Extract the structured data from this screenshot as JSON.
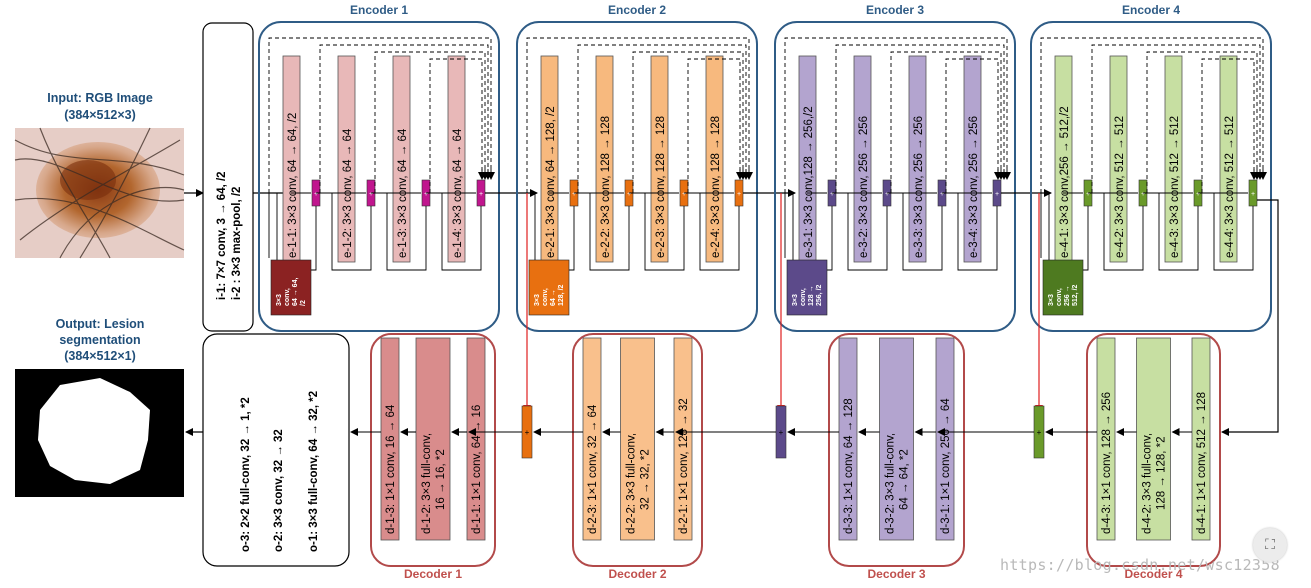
{
  "input": {
    "line1": "Input: RGB Image",
    "line2": "(384×512×3)"
  },
  "output": {
    "line1": "Output: Lesion",
    "line2": "segmentation",
    "line3": "(384×512×1)"
  },
  "stem": {
    "i1": "i-1: 7×7 conv, 3 → 64, /2",
    "i2": "i-2 : 3×3 max-pool, /2"
  },
  "head": {
    "o3": "o-3: 2×2 full-conv, 32 → 1, *2",
    "o2": "o-2: 3×3 conv, 32 → 32",
    "o1": "o-1: 3×3 full-conv, 64 → 32, *2"
  },
  "encoders": [
    {
      "title": "Encoder 1",
      "color": "#E8B8B8",
      "accent": "#C0168E",
      "down_color": "#8B2222",
      "blocks": [
        "e-1-1: 3×3 conv, 64 → 64, /2",
        "e-1-2: 3×3 conv, 64 → 64",
        "e-1-3: 3×3 conv, 64 → 64",
        "e-1-4: 3×3 conv, 64 → 64"
      ],
      "down": [
        "3×3",
        "conv,",
        "64 → 64,",
        "/2"
      ]
    },
    {
      "title": "Encoder 2",
      "color": "#F7B97E",
      "accent": "#E87010",
      "down_color": "#E87010",
      "blocks": [
        "e-2-1: 3×3 conv, 64 → 128, /2",
        "e-2-2: 3×3 conv, 128 → 128",
        "e-2-3: 3×3 conv, 128 → 128",
        "e-2-4: 3×3 conv, 128 → 128"
      ],
      "down": [
        "3×3",
        "conv,",
        "64 →",
        "128, /2"
      ]
    },
    {
      "title": "Encoder 3",
      "color": "#B3A4CF",
      "accent": "#5C4A8A",
      "down_color": "#5C4A8A",
      "blocks": [
        "e-3-1: 3×3 conv,128 → 256,/2",
        "e-3-2: 3×3 conv, 256 → 256",
        "e-3-3: 3×3 conv, 256 → 256",
        "e-3-4: 3×3 conv, 256 → 256"
      ],
      "down": [
        "3×3",
        "conv,",
        "128 →",
        "256, /2"
      ]
    },
    {
      "title": "Encoder 4",
      "color": "#C7DFA2",
      "accent": "#6A9A2A",
      "down_color": "#4E7A20",
      "blocks": [
        "e-4-1: 3×3 conv,256 → 512,/2",
        "e-4-2: 3×3 conv, 512 → 512",
        "e-4-3: 3×3 conv, 512 → 512",
        "e-4-4: 3×3 conv, 512 → 512"
      ],
      "down": [
        "3×3",
        "conv,",
        "256 →",
        "512, /2"
      ]
    }
  ],
  "decoders": [
    {
      "title": "Decoder 1",
      "color": "#D98C8C",
      "blocks": [
        "d-1-3: 1×1 conv, 16 → 64",
        "d-1-2: 3×3 full-conv, 16 → 16, *2",
        "d-1-1: 1×1 conv, 64 → 16"
      ]
    },
    {
      "title": "Decoder 2",
      "color": "#F9C08C",
      "blocks": [
        "d-2-3: 1×1 conv, 32 → 64",
        "d-2-2: 3×3 full-conv, 32 → 32, *2",
        "d-2-1: 1×1 conv, 128 → 32"
      ]
    },
    {
      "title": "Decoder 3",
      "color": "#B3A4CF",
      "blocks": [
        "d-3-3: 1×1 conv, 64 → 128",
        "d-3-2: 3×3 full-conv, 64 → 64, *2",
        "d-3-1: 1×1 conv, 256 → 64"
      ]
    },
    {
      "title": "Decoder 4",
      "color": "#C7DFA2",
      "blocks": [
        "d-4-3: 1×1 conv, 128 → 256",
        "d-4-2: 3×3 full-conv, 128 → 128, *2",
        "d-4-1: 1×1 conv, 512 → 128"
      ]
    }
  ],
  "sum_symbol": "+",
  "watermark": "https://blog.csdn.net/wsc12358",
  "corner_icon": "collapse-icon"
}
